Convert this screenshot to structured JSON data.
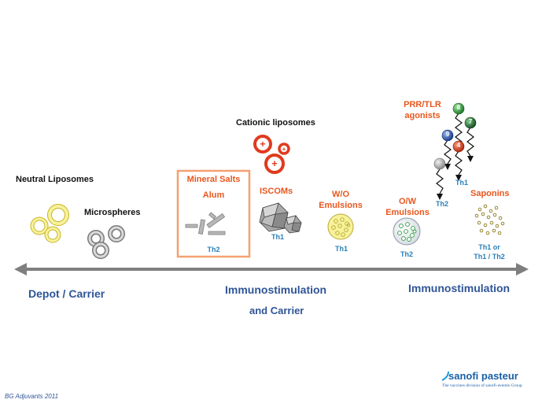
{
  "labels": {
    "neutral_liposomes": "Neutral Liposomes",
    "microspheres": "Microspheres",
    "mineral_salts": "Mineral Salts",
    "alum": "Alum",
    "alum_response": "Th2",
    "cationic_liposomes": "Cationic liposomes",
    "iscoms": "ISCOMs",
    "iscoms_response": "Th1",
    "wo_line1": "W/O",
    "wo_line2": "Emulsions",
    "wo_response": "Th1",
    "ow_line1": "O/W",
    "ow_line2": "Emulsions",
    "ow_response": "Th2",
    "prr_line1": "PRR/TLR",
    "prr_line2": "agonists",
    "prr_th1": "Th1",
    "prr_th2": "Th2",
    "saponins": "Saponins",
    "saponins_resp1": "Th1 or",
    "saponins_resp2": "Th1 / Th2"
  },
  "tlr_numbers": [
    "8",
    "7",
    "9",
    "4",
    ""
  ],
  "axis": {
    "left": "Depot / Carrier",
    "middle_line1": "Immunostimulation",
    "middle_line2": "and Carrier",
    "right": "Immunostimulation"
  },
  "footer": {
    "credit": "BG Adjuvants 2011",
    "brand": "sanofi pasteur",
    "tagline": "The vaccines division of sanofi-aventis Group"
  },
  "colors": {
    "orange": "#e8571e",
    "blue": "#2f5597",
    "th_blue": "#2a7fb8",
    "yellow_fill": "#f7f29a",
    "yellow_stroke": "#c9b52b",
    "red": "#e03a1e",
    "green_tlr": "#2b9a3e",
    "blue_tlr": "#2456a8"
  },
  "icons": [
    "arrow-left-icon",
    "arrow-right-icon",
    "liposome-icon",
    "microsphere-icon",
    "crystal-icon",
    "emulsion-icon",
    "tlr-agonist-icon",
    "saponin-icon"
  ]
}
